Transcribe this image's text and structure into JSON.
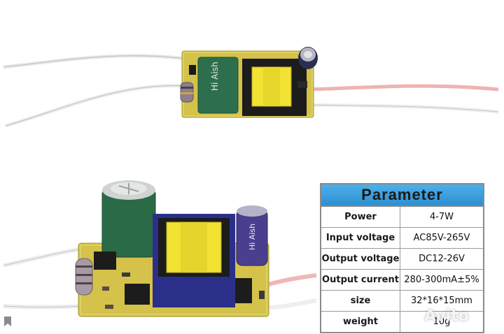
{
  "table": {
    "title": "Parameter",
    "rows": [
      {
        "label": "Power",
        "value": "4-7W"
      },
      {
        "label": "Input voltage",
        "value": "AC85V-265V"
      },
      {
        "label": "Output voltage",
        "value": "DC12-26V"
      },
      {
        "label": "Output current",
        "value": "280-300mA±5%"
      },
      {
        "label": "size",
        "value": "32*16*15mm"
      },
      {
        "label": "weight",
        "value": "10g"
      }
    ]
  },
  "markings": {
    "top_cap": "Hi Aish",
    "bottom_cap": "Hi Aish"
  },
  "watermark": "Avito",
  "colors": {
    "pcb": "#d4c24a",
    "transformer": "#f2e233",
    "header": "#3aa3e0"
  }
}
